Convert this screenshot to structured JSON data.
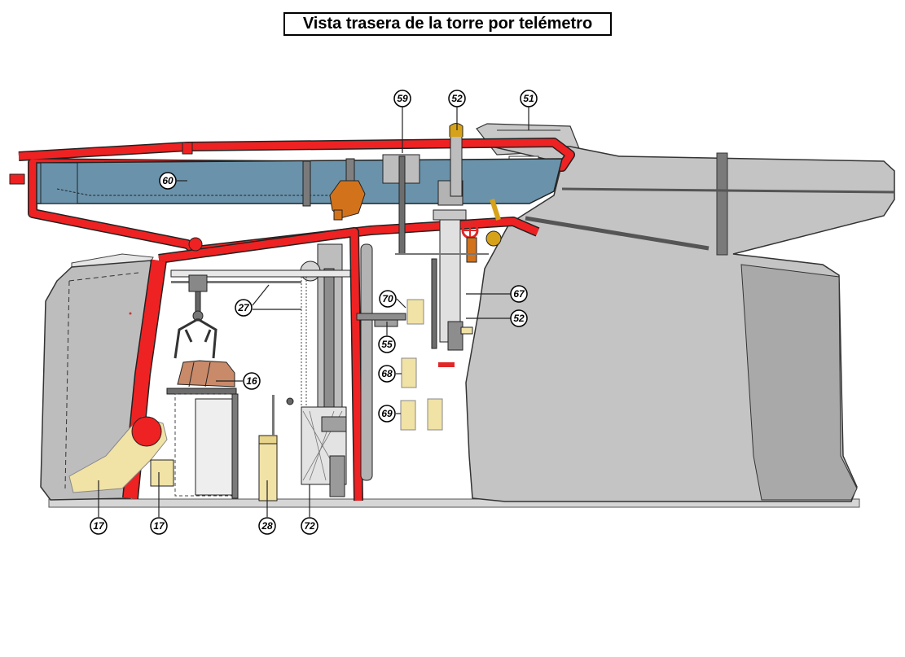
{
  "title": "Vista trasera de la torre por telémetro",
  "colors": {
    "armor": "#c0c0c0",
    "armor_dark": "#a9a9a9",
    "frame_red": "#ee2222",
    "barrel_blue": "#6a93ab",
    "shell_brown": "#c98a6a",
    "charge_cream": "#f1e2a6",
    "wheel_red": "#e02828",
    "valve_orange": "#d2731c",
    "lever_gold": "#d6a21a"
  },
  "callouts": {
    "c59": "59",
    "c52a": "52",
    "c51": "51",
    "c60": "60",
    "c67": "67",
    "c52b": "52",
    "c70": "70",
    "c55": "55",
    "c27": "27",
    "c16": "16",
    "c68": "68",
    "c69": "69",
    "c17a": "17",
    "c17b": "17",
    "c28": "28",
    "c72": "72"
  }
}
